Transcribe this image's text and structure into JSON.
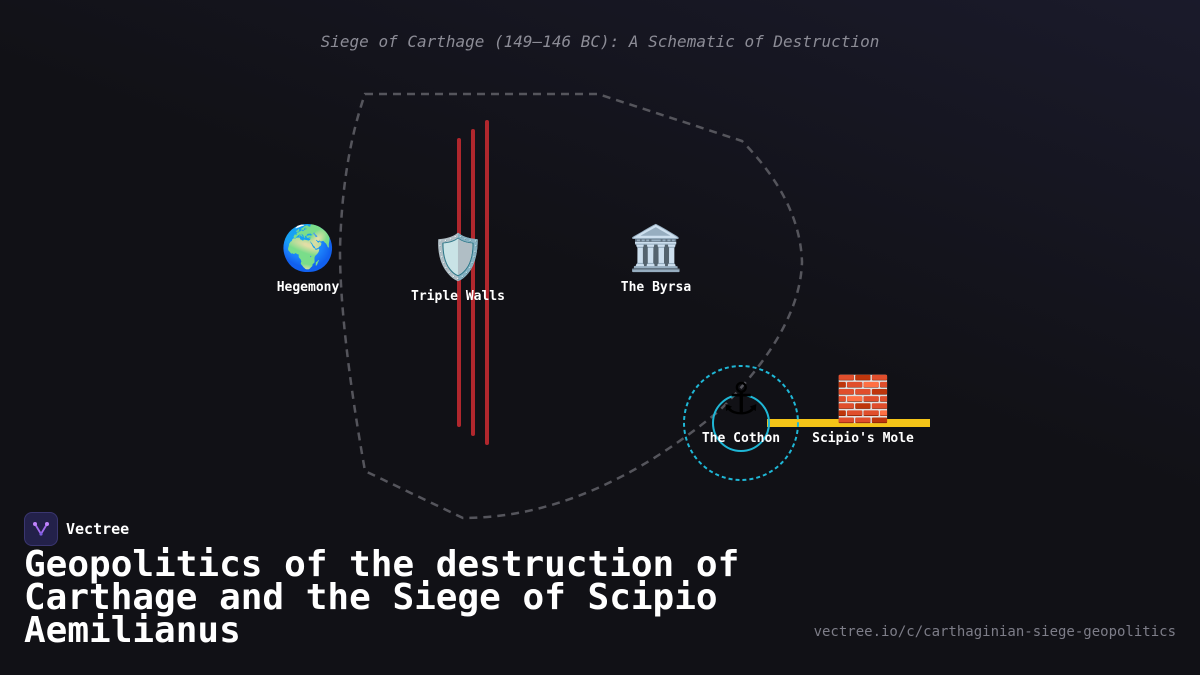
{
  "diagram": {
    "subtitle": "Siege of Carthage (149–146 BC): A Schematic of Destruction",
    "nodes": {
      "hegemony": {
        "icon": "globe-icon",
        "glyph": "🌍",
        "label": "Hegemony"
      },
      "walls": {
        "icon": "shield-icon",
        "glyph": "🛡️",
        "label": "Triple Walls"
      },
      "byrsa": {
        "icon": "classical-building-icon",
        "glyph": "🏛️",
        "label": "The Byrsa"
      },
      "cothon": {
        "icon": "anchor-icon",
        "glyph": "⚓",
        "label": "The Cothon"
      },
      "mole": {
        "icon": "brick-icon",
        "glyph": "🧱",
        "label": "Scipio's Mole"
      }
    },
    "colors": {
      "city_outline": "#55555c",
      "walls": "#b0272d",
      "harbor_ring": "#1fb7d6",
      "mole": "#f5c518"
    }
  },
  "brand": {
    "name": "Vectree",
    "logo_icon": "vectree-logo-icon"
  },
  "title": "Geopolitics of the destruction of Carthage and the Siege of Scipio Aemilianus",
  "url": "vectree.io/c/carthaginian-siege-geopolitics"
}
